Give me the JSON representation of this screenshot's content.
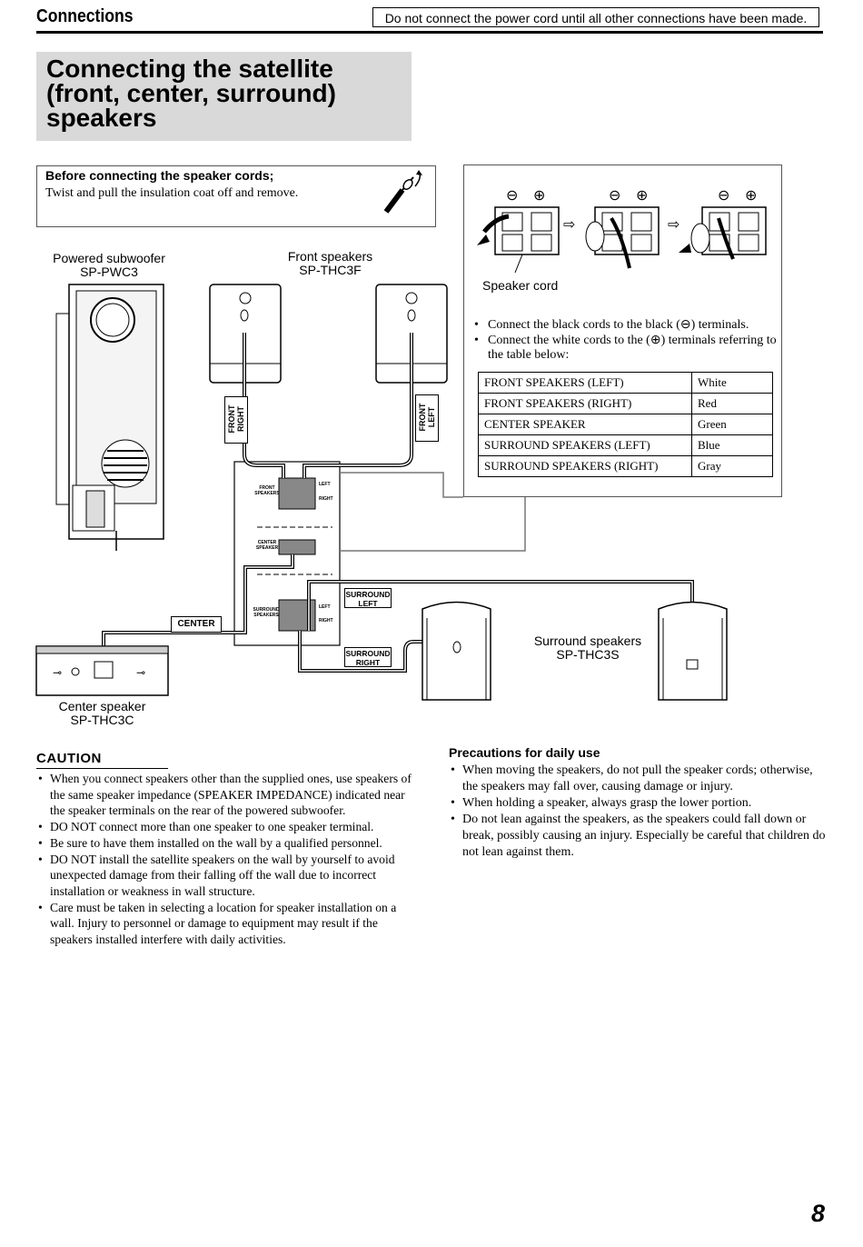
{
  "header": {
    "section": "Connections",
    "note": "Do not connect the power cord until all other connections have been made."
  },
  "title": "Connecting the satellite (front, center, surround) speakers",
  "before_box": {
    "heading": "Before connecting the speaker cords;",
    "text": "Twist and pull the insulation coat off and remove."
  },
  "terminal_panel": {
    "speaker_cord_label": "Speaker cord",
    "bullets": [
      "Connect the black cords to the black (⊖) terminals.",
      "Connect the white cords to the (⊕) terminals referring to the table below:"
    ],
    "color_table": [
      {
        "speaker": "FRONT SPEAKERS (LEFT)",
        "color": "White"
      },
      {
        "speaker": "FRONT SPEAKERS (RIGHT)",
        "color": "Red"
      },
      {
        "speaker": "CENTER SPEAKER",
        "color": "Green"
      },
      {
        "speaker": "SURROUND SPEAKERS (LEFT)",
        "color": "Blue"
      },
      {
        "speaker": "SURROUND SPEAKERS (RIGHT)",
        "color": "Gray"
      }
    ]
  },
  "diagram": {
    "subwoofer_label": "Powered subwoofer",
    "subwoofer_model": "SP-PWC3",
    "front_label": "Front speakers",
    "front_model": "SP-THC3F",
    "center_label": "Center speaker",
    "center_model": "SP-THC3C",
    "surround_label": "Surround speakers",
    "surround_model": "SP-THC3S",
    "tag_front_right": "FRONT RIGHT",
    "tag_front_left": "FRONT LEFT",
    "tag_center": "CENTER",
    "tag_surround_left": "SURROUND LEFT",
    "tag_surround_right": "SURROUND RIGHT",
    "panel_front": "FRONT SPEAKERS",
    "panel_center": "CENTER SPEAKER",
    "panel_surround": "SURROUND SPEAKERS",
    "panel_left": "LEFT",
    "panel_right": "RIGHT"
  },
  "caution": {
    "heading": "CAUTION",
    "items": [
      "When you connect speakers other than the supplied ones, use speakers of the same speaker impedance (SPEAKER IMPEDANCE) indicated near the speaker terminals on the rear of the powered subwoofer.",
      "DO NOT connect more than one speaker to one speaker terminal.",
      "Be sure to have them installed on the wall by a qualified personnel.",
      "DO NOT install the satellite speakers on the wall by yourself to avoid unexpected damage from their falling off the wall due to incorrect installation or weakness in wall structure.",
      "Care must be taken in selecting a location for speaker installation on a wall. Injury to personnel or damage to equipment may result if the speakers installed interfere with daily activities."
    ]
  },
  "precautions": {
    "heading": "Precautions for daily use",
    "items": [
      "When moving the speakers, do not pull the speaker cords; otherwise, the speakers may fall over, causing damage or injury.",
      "When holding a speaker, always grasp the lower portion.",
      "Do not lean against the speakers, as the speakers could fall down or break, possibly causing an injury. Especially be careful that children do not lean against them."
    ]
  },
  "page_number": "8"
}
